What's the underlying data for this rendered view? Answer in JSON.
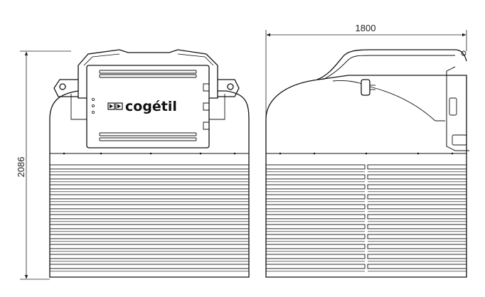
{
  "dimensions": {
    "height_label": "2086",
    "width_label": "1800"
  },
  "brand": {
    "name": "cogétil",
    "logo_icon": "cogetil-double-arrow-icon"
  },
  "front_view": {
    "louver_count": 11
  },
  "side_view": {
    "louver_count": 11
  }
}
